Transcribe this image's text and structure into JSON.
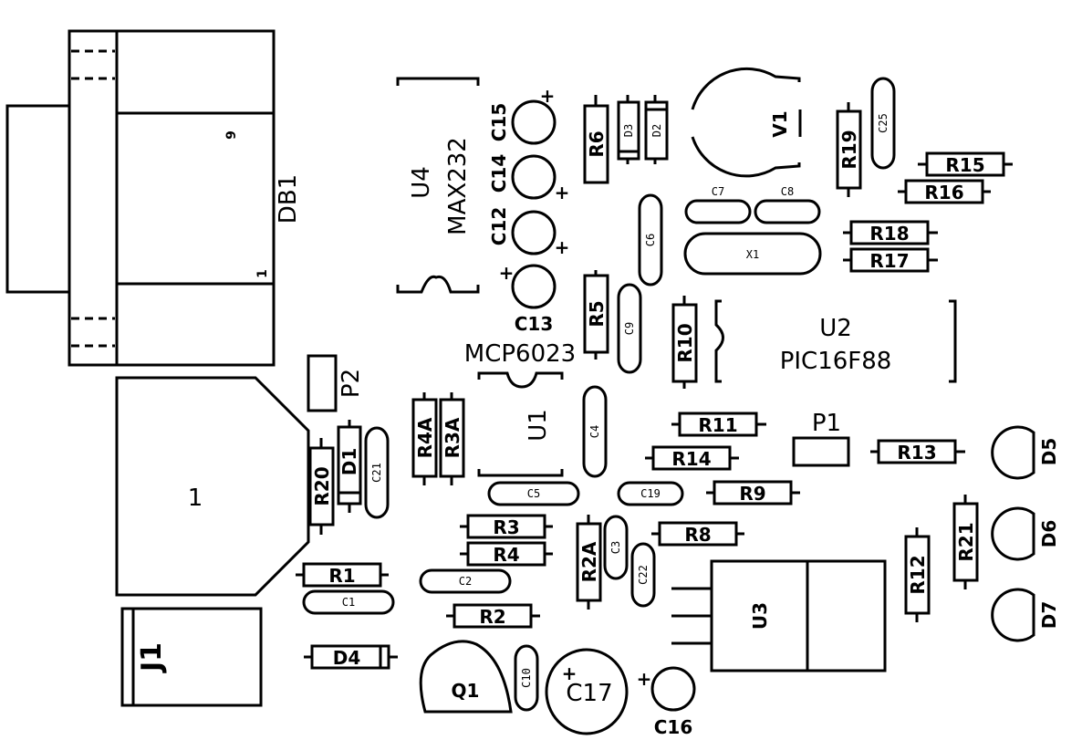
{
  "board": {
    "title": "PCB silkscreen component placement",
    "background": "#ffffff",
    "ink": "#000000"
  },
  "connectors": {
    "db1": {
      "ref": "DB1",
      "pin_first": "1",
      "pin_last": "9"
    },
    "j1": {
      "ref": "J1"
    },
    "power_jack": {
      "label": "1"
    },
    "p1": {
      "ref": "P1"
    },
    "p2": {
      "ref": "P2"
    }
  },
  "ics": {
    "u1": {
      "ref": "U1",
      "value": "MCP6023"
    },
    "u2": {
      "ref": "U2",
      "value": "PIC16F88"
    },
    "u3": {
      "ref": "U3"
    },
    "u4": {
      "ref": "U4",
      "value": "MAX232"
    }
  },
  "misc": {
    "v1": "V1",
    "x1": "X1",
    "q1": "Q1"
  },
  "resistors": {
    "r1": "R1",
    "r2": "R2",
    "r2a": "R2A",
    "r3": "R3",
    "r3a": "R3A",
    "r4": "R4",
    "r4a": "R4A",
    "r5": "R5",
    "r6": "R6",
    "r8": "R8",
    "r9": "R9",
    "r10": "R10",
    "r11": "R11",
    "r12": "R12",
    "r13": "R13",
    "r14": "R14",
    "r15": "R15",
    "r16": "R16",
    "r17": "R17",
    "r18": "R18",
    "r19": "R19",
    "r20": "R20",
    "r21": "R21"
  },
  "capacitors": {
    "c1": "C1",
    "c2": "C2",
    "c3": "C3",
    "c4": "C4",
    "c5": "C5",
    "c6": "C6",
    "c7": "C7",
    "c8": "C8",
    "c9": "C9",
    "c10": "C10",
    "c19": "C19",
    "c21": "C21",
    "c22": "C22",
    "c25": "C25"
  },
  "electrolytics": {
    "c12": "C12",
    "c13": "C13",
    "c14": "C14",
    "c15": "C15",
    "c16": "C16",
    "c17": "C17",
    "plus": "+"
  },
  "diodes": {
    "d1": "D1",
    "d2": "D2",
    "d3": "D3",
    "d4": "D4",
    "d5": "D5",
    "d6": "D6",
    "d7": "D7"
  }
}
